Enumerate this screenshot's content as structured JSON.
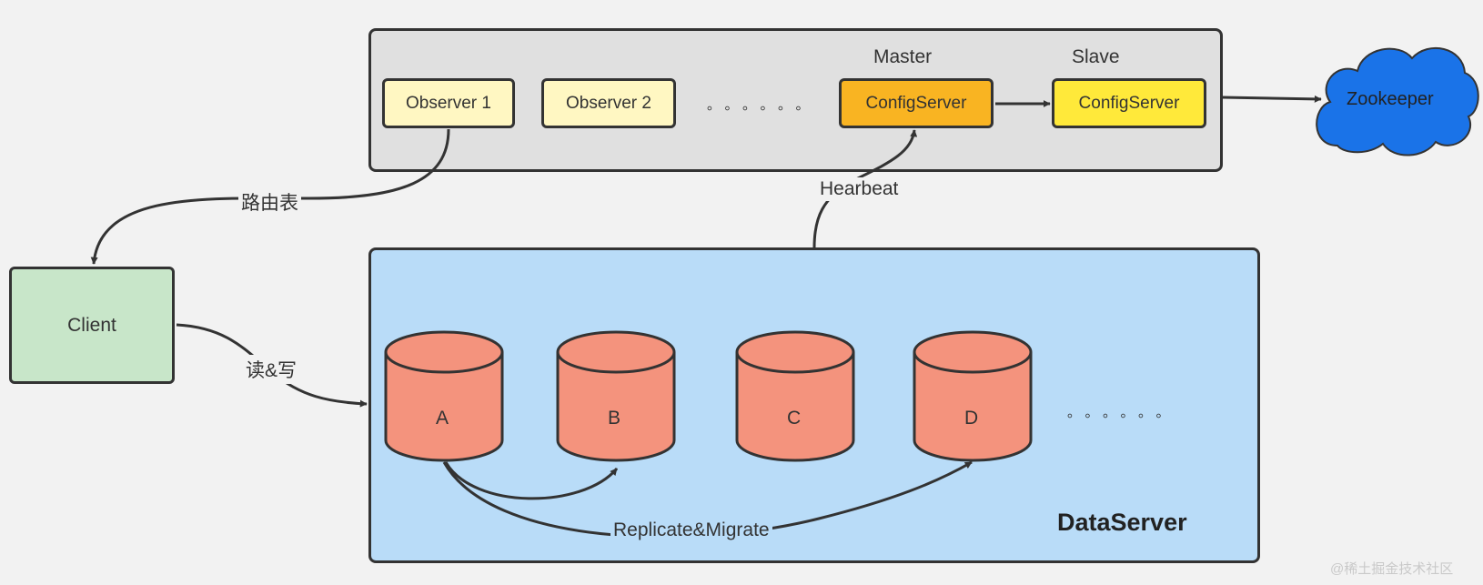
{
  "config_cluster": {
    "observer_1": "Observer 1",
    "observer_2": "Observer 2",
    "ellipsis": "。。。。。。",
    "master_label": "Master",
    "slave_label": "Slave",
    "master_node": "ConfigServer",
    "slave_node": "ConfigServer"
  },
  "external": {
    "zookeeper": "Zookeeper",
    "client": "Client"
  },
  "edges": {
    "routing_table": "路由表",
    "heartbeat": "Hearbeat",
    "read_write": "读&写",
    "replicate": "Replicate&Migrate"
  },
  "data_server": {
    "title": "DataServer",
    "shards": [
      "A",
      "B",
      "C",
      "D"
    ],
    "ellipsis": "。。。。。。"
  },
  "watermark": "@稀土掘金技术社区",
  "colors": {
    "observer": "#fff7c2",
    "config_master": "#f9b422",
    "config_slave": "#ffe93a",
    "client": "#c8e6c9",
    "data_panel": "#b9dcf8",
    "config_panel": "#e0e0e0",
    "cylinder": "#f4937d",
    "zookeeper": "#1a73e8"
  }
}
